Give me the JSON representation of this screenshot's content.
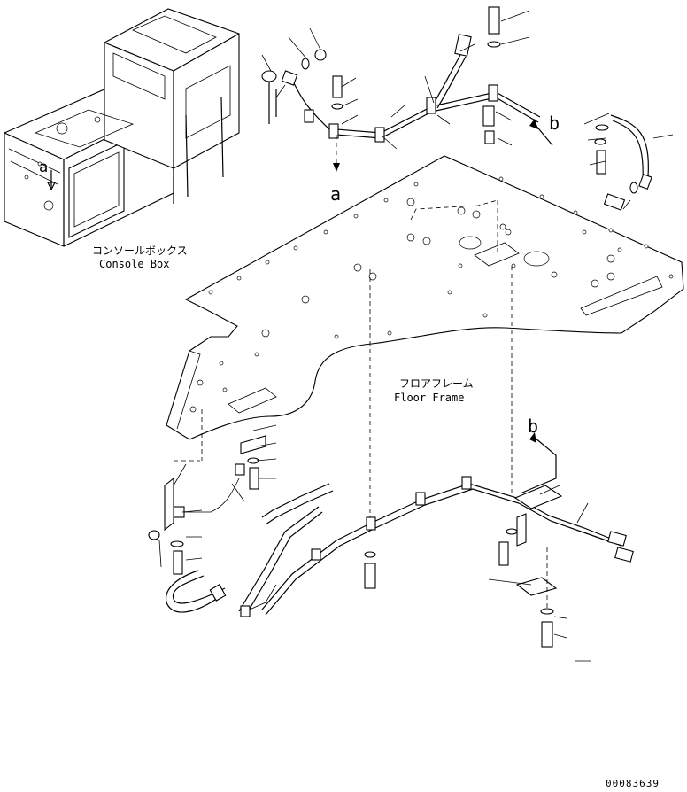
{
  "labels": {
    "console_box_jp": "コンソールボックス",
    "console_box_en": "Console Box",
    "floor_frame_jp": "フロアフレーム",
    "floor_frame_en": "Floor Frame",
    "ref_a_top": "a",
    "ref_a_console": "a",
    "ref_b_top": "b",
    "ref_b_bottom": "b",
    "drawing_number": "00083639"
  },
  "icons": {
    "view_arrow": "arrow-down-icon",
    "bolt": "bolt-icon",
    "washer": "washer-icon",
    "nut": "nut-icon",
    "clamp": "clamp-icon",
    "connector": "connector-icon"
  },
  "colors": {
    "line": "#000000",
    "background": "#ffffff"
  }
}
